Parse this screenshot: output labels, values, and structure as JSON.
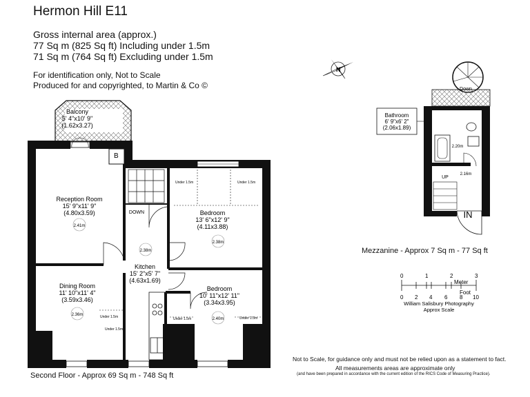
{
  "header": {
    "title": "Hermon Hill E11",
    "gia": "Gross internal area (approx.)",
    "including": "77 Sq m (825 Sq ft) Including under 1.5m",
    "excluding": "71 Sq m (764 Sq ft) Excluding under 1.5m",
    "note1": "For identification only, Not to Scale",
    "note2": "Produced for and copyrighted, to Martin & Co ©"
  },
  "rooms": {
    "balcony": {
      "name": "Balcony",
      "size_imp": "5' 4\"x10' 9\"",
      "size_met": "(1.62x3.27)"
    },
    "reception": {
      "name": "Reception Room",
      "size_imp": "15' 9\"x11' 9\"",
      "size_met": "(4.80x3.59)",
      "height": "2.41m"
    },
    "bedroom1": {
      "name": "Bedroom",
      "size_imp": "13' 6\"x12' 9\"",
      "size_met": "(4.11x3.88)",
      "height": "2.38m"
    },
    "kitchen": {
      "name": "Kitchen",
      "size_imp": "15' 2\"x5' 7\"",
      "size_met": "(4.63x1.69)",
      "height": "2.38m"
    },
    "dining": {
      "name": "Dining Room",
      "size_imp": "11' 10\"x11' 4\"",
      "size_met": "(3.59x3.46)",
      "height": "2.36m"
    },
    "bedroom2": {
      "name": "Bedroom",
      "size_imp": "10' 11\"x12' 11\"",
      "size_met": "(3.34x3.95)",
      "height": "2.40m"
    },
    "bathroom": {
      "name": "Bathroom",
      "size_imp": "6' 9\"x6' 2\"",
      "size_met": "(2.06x1.89)"
    }
  },
  "labels": {
    "b": "B",
    "down": "DOWN",
    "under": "Under 1.5m",
    "down_stair": "Down",
    "up": "UP",
    "in": "IN",
    "h_bath": "2.20m",
    "h_landing": "2.16m"
  },
  "floors": {
    "second": "Second Floor - Approx 69 Sq m - 748 Sq ft",
    "mezzanine": "Mezzanine - Approx 7 Sq m - 77 Sq ft"
  },
  "scale": {
    "meter_label": "Meter",
    "foot_label": "Foot",
    "meter_ticks": [
      "0",
      "1",
      "2",
      "3"
    ],
    "foot_ticks": [
      "0",
      "2",
      "4",
      "6",
      "8",
      "10"
    ],
    "credit": "William Salisbury Photography",
    "approx": "Approx Scale"
  },
  "compass": {
    "label": "N"
  },
  "disclaimer": {
    "line1": "Not to Scale, for guidance only and must not be relied upon as a statement to fact.",
    "line2": "All measurements areas are approximate only",
    "line3": "(and have been prepared in accordance with the current edition of the RICS Code of Measuring Practice)."
  },
  "colors": {
    "wall": "#111111",
    "hatch": "#666666",
    "fill": "#ffffff"
  }
}
